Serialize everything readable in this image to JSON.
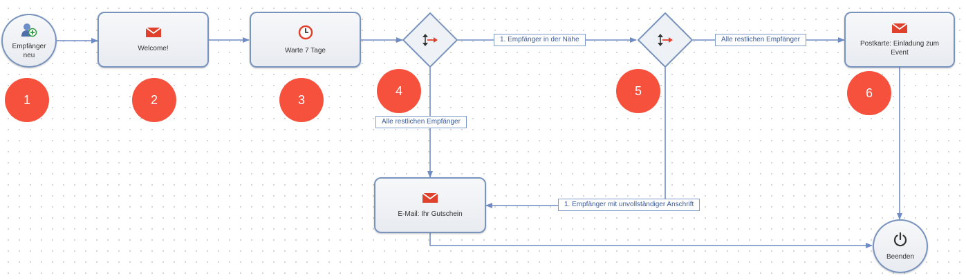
{
  "nodes": {
    "start": {
      "label": "Empfänger neu",
      "icon": "add-recipient-icon"
    },
    "welcome": {
      "label": "Welcome!",
      "icon": "envelope-icon"
    },
    "wait": {
      "label": "Warte 7 Tage",
      "icon": "clock-icon"
    },
    "postcard": {
      "label": "Postkarte: Einladung zum Event",
      "icon": "envelope-icon"
    },
    "email_voucher": {
      "label": "E-Mail: Ihr Gutschein",
      "icon": "envelope-icon"
    },
    "end": {
      "label": "Beenden",
      "icon": "power-icon"
    },
    "gateway1": {
      "icon": "split-arrows-icon"
    },
    "gateway2": {
      "icon": "split-arrows-icon"
    }
  },
  "edges": {
    "g1_nearby": "1. Empfänger in der Nähe",
    "g1_rest": "Alle restlichen Empfänger",
    "g2_rest": "Alle restlichen Empfänger",
    "g2_incomplete": "1. Empfänger mit unvollständiger Anschrift"
  },
  "badges": [
    "1",
    "2",
    "3",
    "4",
    "5",
    "6"
  ],
  "colors": {
    "connector": "#6f8cc4",
    "node_border": "#7893bd",
    "badge": "#f5513d",
    "icon_red": "#e0412c",
    "edge_label_text": "#3b5998"
  }
}
